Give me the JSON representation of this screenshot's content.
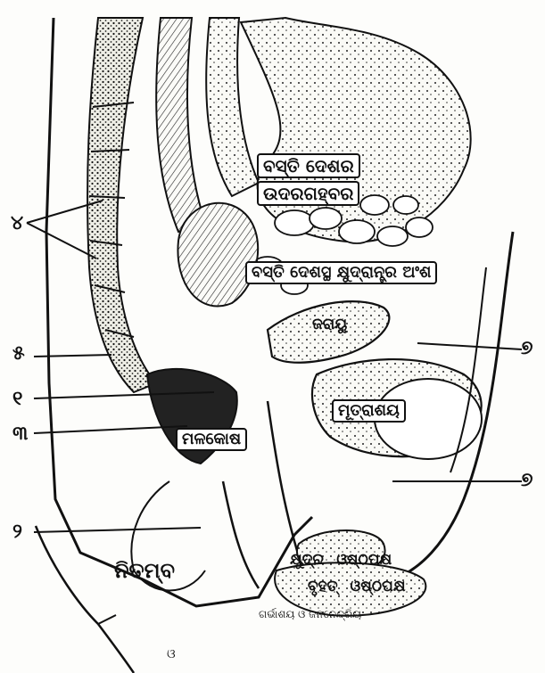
{
  "labels": {
    "bladder_region": "ବସ୍ତି ଦେଶର",
    "bladder_region_2": "ଉଦରଗହ୍ବର",
    "intestine_part": "ବସ୍ତି ଦେଶସ୍ଥ କ୍ଷୁଦ୍ରାନ୍ତ୍ର ଅଂଶ",
    "uterus": "ଜରାୟୁ",
    "bladder": "ମୂତ୍ରାଶୟ",
    "rectum": "ମଳକୋଷ",
    "labia_minora": "କ୍ଷୁଦ୍ର  ଓଷ୍ଠପକ୍ଷ",
    "labia_majora": "ବୃହତ୍  ଓଷ୍ଠପକ୍ଷ",
    "buttock": "ନିତମ୍ବ",
    "caption": "ଗର୍ଭାଶୟ ଓ ଜନନେନ୍ଦ୍ରିୟ"
  },
  "markers": {
    "m_left_top": "୪",
    "m_left_2": "୫",
    "m_left_3": "୧",
    "m_left_4": "୩",
    "m_left_5": "୨",
    "m_right_1": "୭",
    "m_right_2": "୭",
    "m_bottom": "ଓ"
  }
}
